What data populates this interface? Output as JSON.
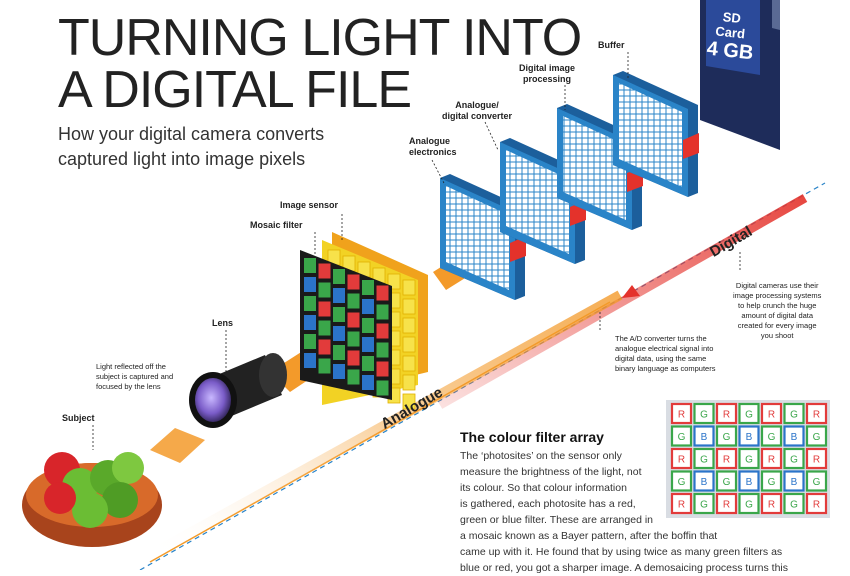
{
  "header": {
    "title_line1": "TURNING LIGHT INTO",
    "title_line2": "A DIGITAL FILE",
    "subtitle_line1": "How your digital camera converts",
    "subtitle_line2": "captured light into image pixels"
  },
  "labels": {
    "subject": "Subject",
    "lens": "Lens",
    "mosaic_filter": "Mosaic filter",
    "image_sensor": "Image sensor",
    "analogue_electronics_1": "Analogue",
    "analogue_electronics_2": "electronics",
    "ad_converter_1": "Analogue/",
    "ad_converter_2": "digital converter",
    "digital_processing_1": "Digital image",
    "digital_processing_2": "processing",
    "buffer": "Buffer"
  },
  "sd_card": {
    "line1": "SD Card",
    "line2": "4 GB"
  },
  "notes": {
    "light": [
      "Light reflected off the",
      "subject is captured and",
      "focused by the lens"
    ],
    "ad": [
      "The A/D converter turns the",
      "analogue electrical signal into",
      "digital data, using the same",
      "binary language as computers"
    ],
    "digital": [
      "Digital cameras use their",
      "image processing systems",
      "to help crunch the huge",
      "amount of digital data",
      "created for every image",
      "you shoot"
    ]
  },
  "axis": {
    "analogue": "Analogue",
    "digital": "Digital"
  },
  "cfa": {
    "heading": "The colour filter array",
    "lines": [
      "The ‘photosites’ on the sensor only",
      "measure the brightness of the light, not",
      "its colour. So that colour information",
      "is gathered, each photosite has a red,",
      "green or blue filter. These are arranged in",
      "a mosaic known as a Bayer pattern, after the boffin that",
      "came up with it. He found that by using twice as many green filters as",
      "blue or red, you got a sharper image. A demosaicing process turns this"
    ],
    "letters": [
      "R",
      "G",
      "B"
    ],
    "colors": {
      "R": "#e23b3b",
      "G": "#3aa64a",
      "B": "#2b74c9"
    }
  },
  "colors": {
    "orange": "#f39a2a",
    "red_arrow": "#e4322b",
    "blue_panel": "#2a84c8",
    "sensor_yellow": "#f2d224",
    "sensor_orange": "#f0a21c",
    "sd_navy": "#1e2c5a"
  }
}
